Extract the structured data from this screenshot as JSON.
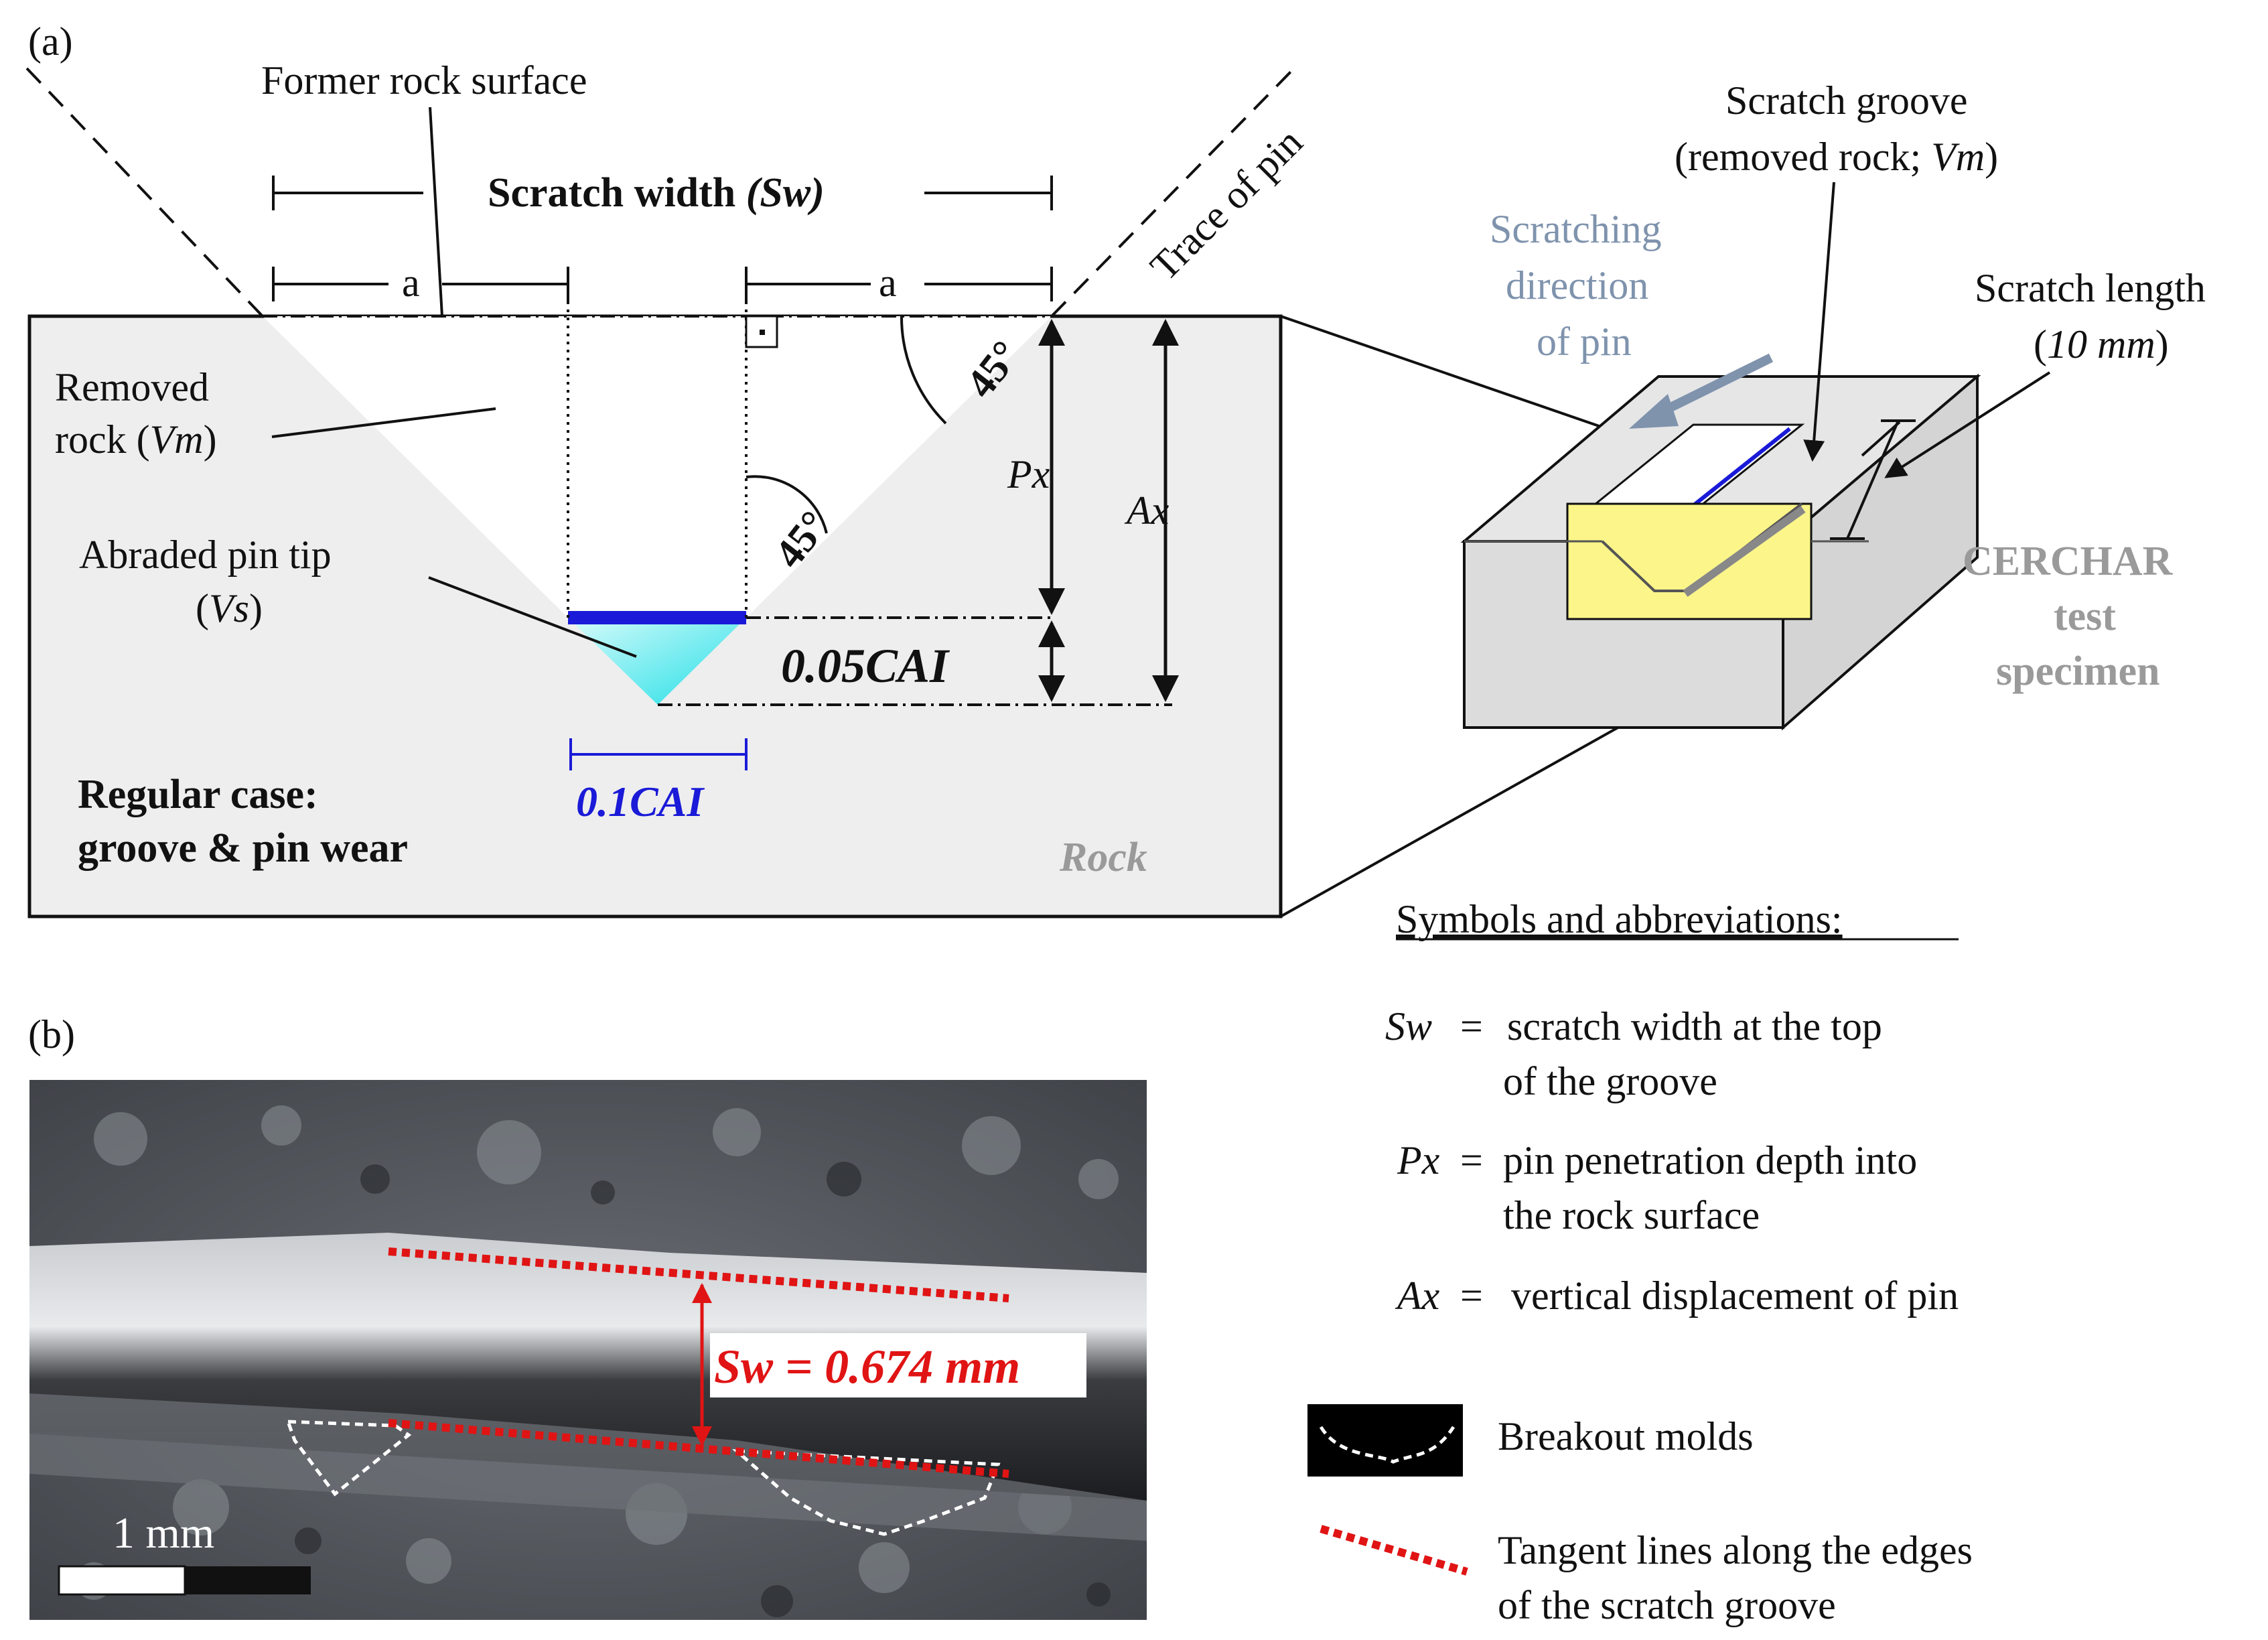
{
  "panel_a": {
    "label": "(a)",
    "former_surface": "Former rock surface",
    "trace_of_pin": "Trace of pin",
    "scratch_width_prefix": "Scratch width ",
    "scratch_width_sym": "(Sw)",
    "dim_a_left": "a",
    "dim_a_right": "a",
    "angle_top": "45°",
    "angle_mid": "45°",
    "removed_rock_1": "Removed",
    "removed_rock_2_prefix": "rock (",
    "removed_rock_2_sym": "Vm",
    "removed_rock_2_suffix": ")",
    "abraded_1": "Abraded pin tip",
    "abraded_2_open": "(",
    "abraded_2_sym": "Vs",
    "abraded_2_close": ")",
    "px": "Px",
    "ax": "Ax",
    "cai_depth": "0.05CAI",
    "cai_width": "0.1CAI",
    "regular_1": "Regular case:",
    "regular_2": "groove & pin wear",
    "rock": "Rock",
    "groove_1": "Scratch groove",
    "groove_2_prefix": "(removed rock; ",
    "groove_2_sym": "Vm",
    "groove_2_suffix": ")",
    "direction_1": "Scratching",
    "direction_2": "direction",
    "direction_3": "of pin",
    "length_1": "Scratch length",
    "length_2_open": "(",
    "length_2_val": "10 mm",
    "length_2_close": ")",
    "specimen_1": "CERCHAR",
    "specimen_2": "test",
    "specimen_3": "specimen"
  },
  "panel_b": {
    "label": "(b)",
    "sw_value": "Sw = 0.674 mm",
    "scale": "1 mm"
  },
  "legend": {
    "title": "Symbols and abbreviations:",
    "sw_sym": "Sw",
    "sw_def_1": "scratch width at the top",
    "sw_def_2": "of the groove",
    "px_sym": "Px",
    "px_def_1": "pin penetration depth into",
    "px_def_2": "the rock surface",
    "ax_sym": "Ax",
    "ax_def": "vertical displacement of pin",
    "eq": "=",
    "breakout": "Breakout molds",
    "tangent_1": "Tangent lines along the edges",
    "tangent_2": "of the scratch groove"
  },
  "colors": {
    "rock_fill": "#eeeeee",
    "pin_blue": "#1a1ad8",
    "pin_tip_cyan": "#2ee6ea",
    "tangent_red": "#e01414",
    "specimen_yellow": "#fbf58a",
    "arrow_steel": "#7f93ad"
  }
}
